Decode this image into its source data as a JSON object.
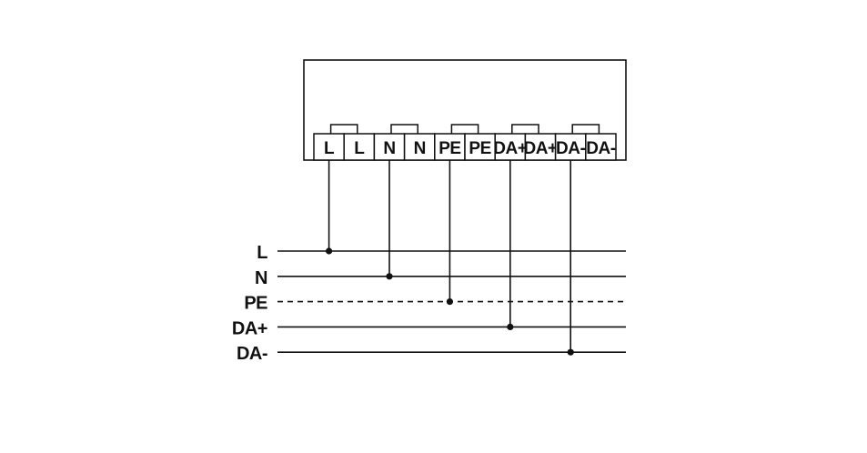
{
  "terminals": [
    "L",
    "L",
    "N",
    "N",
    "PE",
    "PE",
    "DA+",
    "DA+",
    "DA-",
    "DA-"
  ],
  "buses": [
    {
      "label": "L",
      "style": "solid"
    },
    {
      "label": "N",
      "style": "solid"
    },
    {
      "label": "PE",
      "style": "dashed"
    },
    {
      "label": "DA+",
      "style": "solid"
    },
    {
      "label": "DA-",
      "style": "solid"
    }
  ],
  "connections": [
    {
      "terminal": 0,
      "bus": 0
    },
    {
      "terminal": 2,
      "bus": 1
    },
    {
      "terminal": 4,
      "bus": 2
    },
    {
      "terminal": 6,
      "bus": 3
    },
    {
      "terminal": 8,
      "bus": 4
    }
  ],
  "jumpers": [
    [
      0,
      1
    ],
    [
      2,
      3
    ],
    [
      4,
      5
    ],
    [
      6,
      7
    ],
    [
      8,
      9
    ]
  ],
  "colors": {
    "line": "#111111",
    "background": "#ffffff"
  }
}
